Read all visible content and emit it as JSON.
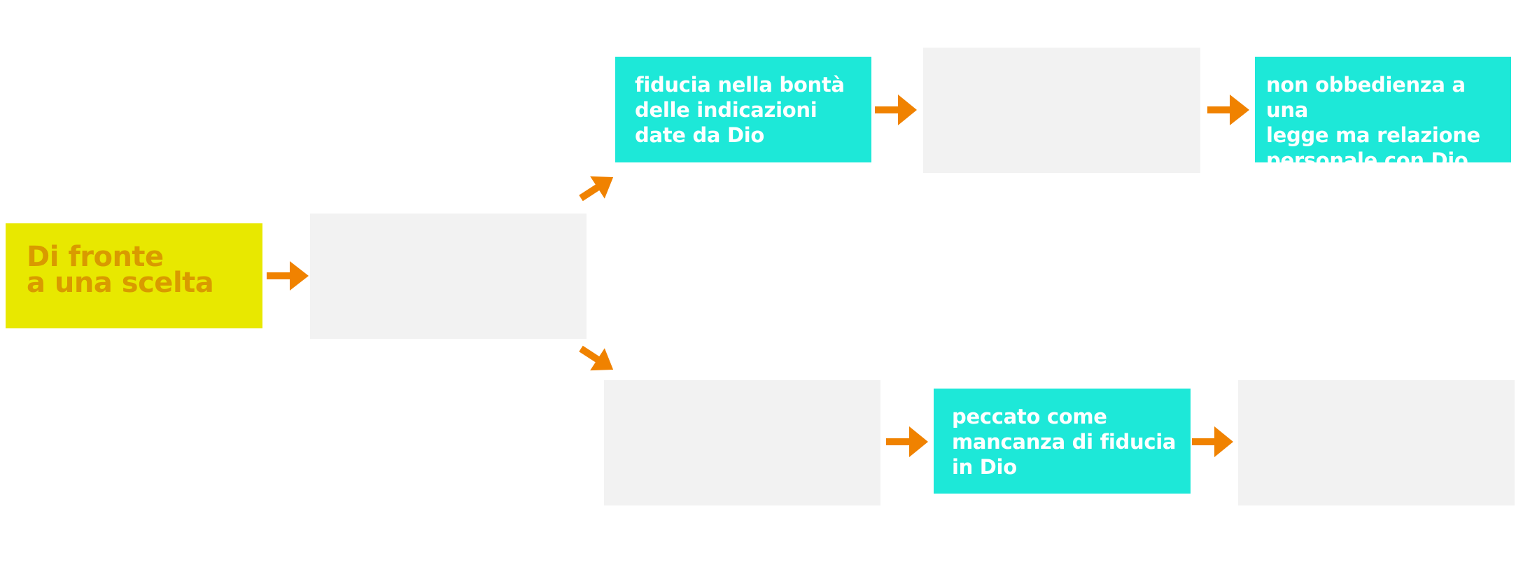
{
  "colors": {
    "yellow_box": "#e8e800",
    "yellow_text": "#d99a00",
    "cyan_box": "#1de8d8",
    "cyan_text": "#ffffff",
    "empty_box": "#f2f2f2",
    "arrow": "#f08200"
  },
  "nodes": {
    "start": {
      "text": "Di fronte\na una scelta"
    },
    "choice": {
      "text": ""
    },
    "upper_trust": {
      "text": "fiducia nella bontà\ndelle indicazioni\ndate da Dio"
    },
    "upper_blank": {
      "text": ""
    },
    "upper_relation": {
      "text": "non obbedienza a una\nlegge ma relazione\npersonale con Dio"
    },
    "lower_blank": {
      "text": ""
    },
    "lower_sin": {
      "text": "peccato come\nmancanza di fiducia\nin Dio"
    },
    "lower_end_blank": {
      "text": ""
    }
  },
  "edges": [
    {
      "from": "start",
      "to": "choice"
    },
    {
      "from": "choice",
      "to": "upper_trust"
    },
    {
      "from": "choice",
      "to": "lower_blank"
    },
    {
      "from": "upper_trust",
      "to": "upper_blank"
    },
    {
      "from": "upper_blank",
      "to": "upper_relation"
    },
    {
      "from": "lower_blank",
      "to": "lower_sin"
    },
    {
      "from": "lower_sin",
      "to": "lower_end_blank"
    }
  ]
}
